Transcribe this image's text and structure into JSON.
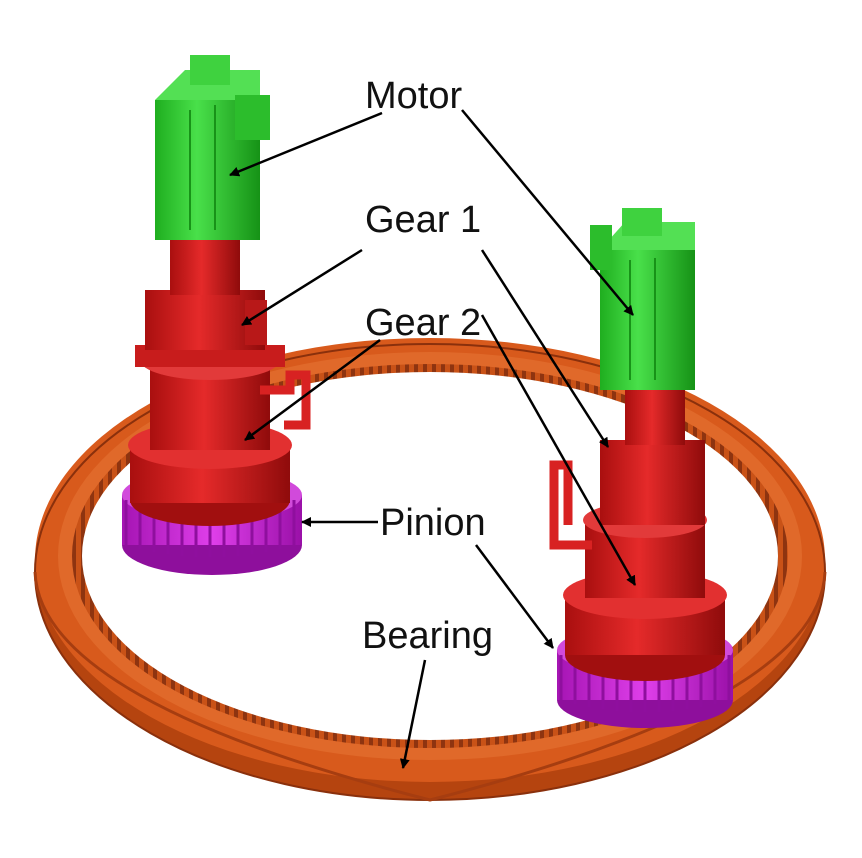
{
  "labels": {
    "motor": "Motor",
    "gear1": "Gear 1",
    "gear2": "Gear 2",
    "pinion": "Pinion",
    "bearing": "Bearing"
  },
  "colors": {
    "motor": "#2fd12a",
    "motor_dark": "#1a9a1a",
    "gear": "#d81818",
    "gear_dark": "#9c0e0e",
    "pinion": "#c21fd0",
    "bearing": "#d9581b",
    "bearing_dark": "#9a3a10",
    "arrow": "#000000"
  }
}
